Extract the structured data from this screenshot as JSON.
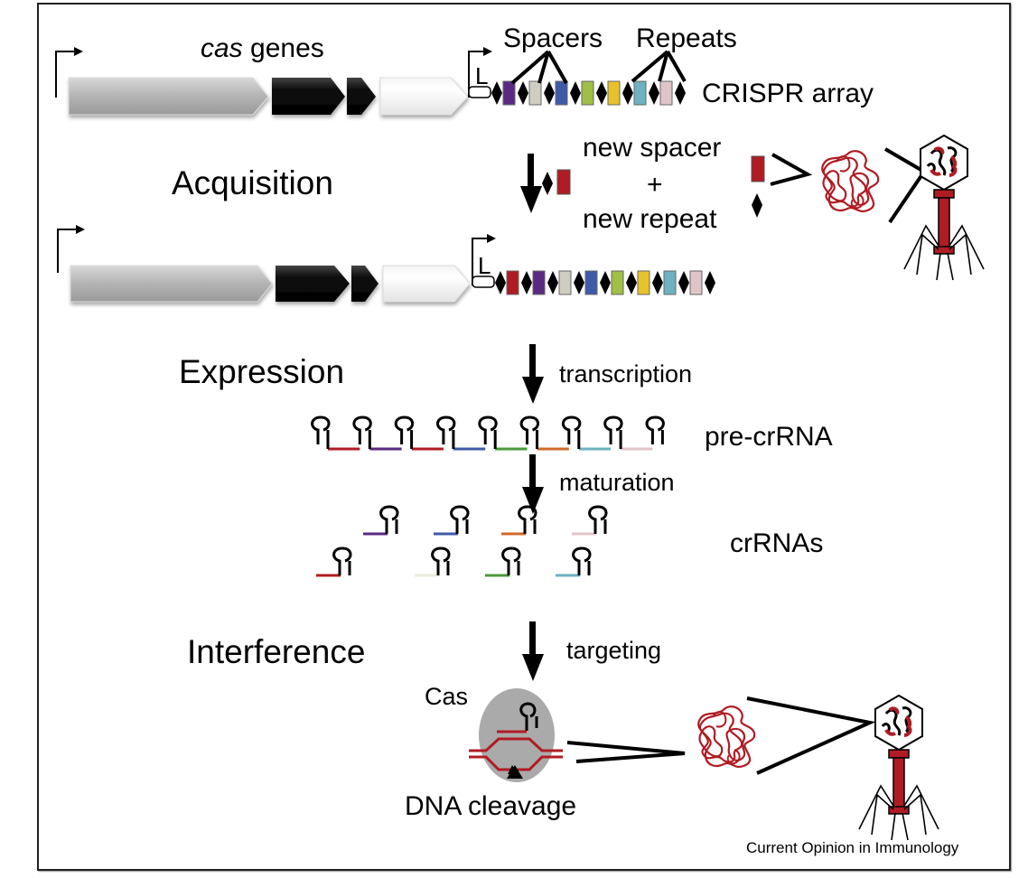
{
  "stages": {
    "acquisition": "Acquisition",
    "expression": "Expression",
    "interference": "Interference"
  },
  "labels": {
    "cas_genes_italic": "cas",
    "cas_genes_rest": " genes",
    "spacers": "Spacers",
    "repeats": "Repeats",
    "crispr_array": "CRISPR array",
    "leader": "L",
    "leader2": "L",
    "new_spacer": "new spacer",
    "plus": "+",
    "new_repeat": "new repeat",
    "transcription": "transcription",
    "pre_crrna": "pre-crRNA",
    "maturation": "maturation",
    "crrnas": "crRNAs",
    "targeting": "targeting",
    "cas": "Cas",
    "dna_cleavage": "DNA cleavage",
    "credit": "Current Opinion in Immunology"
  },
  "colors": {
    "phage_red": "#b01c24",
    "cas_complex": "#aaaaaa",
    "gene_gray": "#b5b5b5",
    "gene_black": "#111111",
    "gene_white": "#ffffff"
  },
  "array_before": [
    "#5a2a82",
    "#d0cdc2",
    "#3f5aa8",
    "#9fbf45",
    "#e8c22a",
    "#6eb1bf",
    "#e0c4c8"
  ],
  "array_after": [
    "#b01c24",
    "#5a2a82",
    "#d0cdc2",
    "#3f5aa8",
    "#9fbf45",
    "#e8c22a",
    "#6eb1bf",
    "#e0c4c8"
  ],
  "pre_crrna_segments": [
    "#b01c24",
    "#5a2a82",
    "#b01c24",
    "#3f5aa8",
    "#4a9a3a",
    "#d06a2a",
    "#6eb1bf",
    "#e0c4c8"
  ],
  "crrnas_top": [
    "#5a2a82",
    "#3f5aa8",
    "#d06a2a",
    "#e0c4c8"
  ],
  "crrnas_bottom": [
    "#b01c24",
    "#ecebe0",
    "#4a9a3a",
    "#6eb1bf"
  ]
}
